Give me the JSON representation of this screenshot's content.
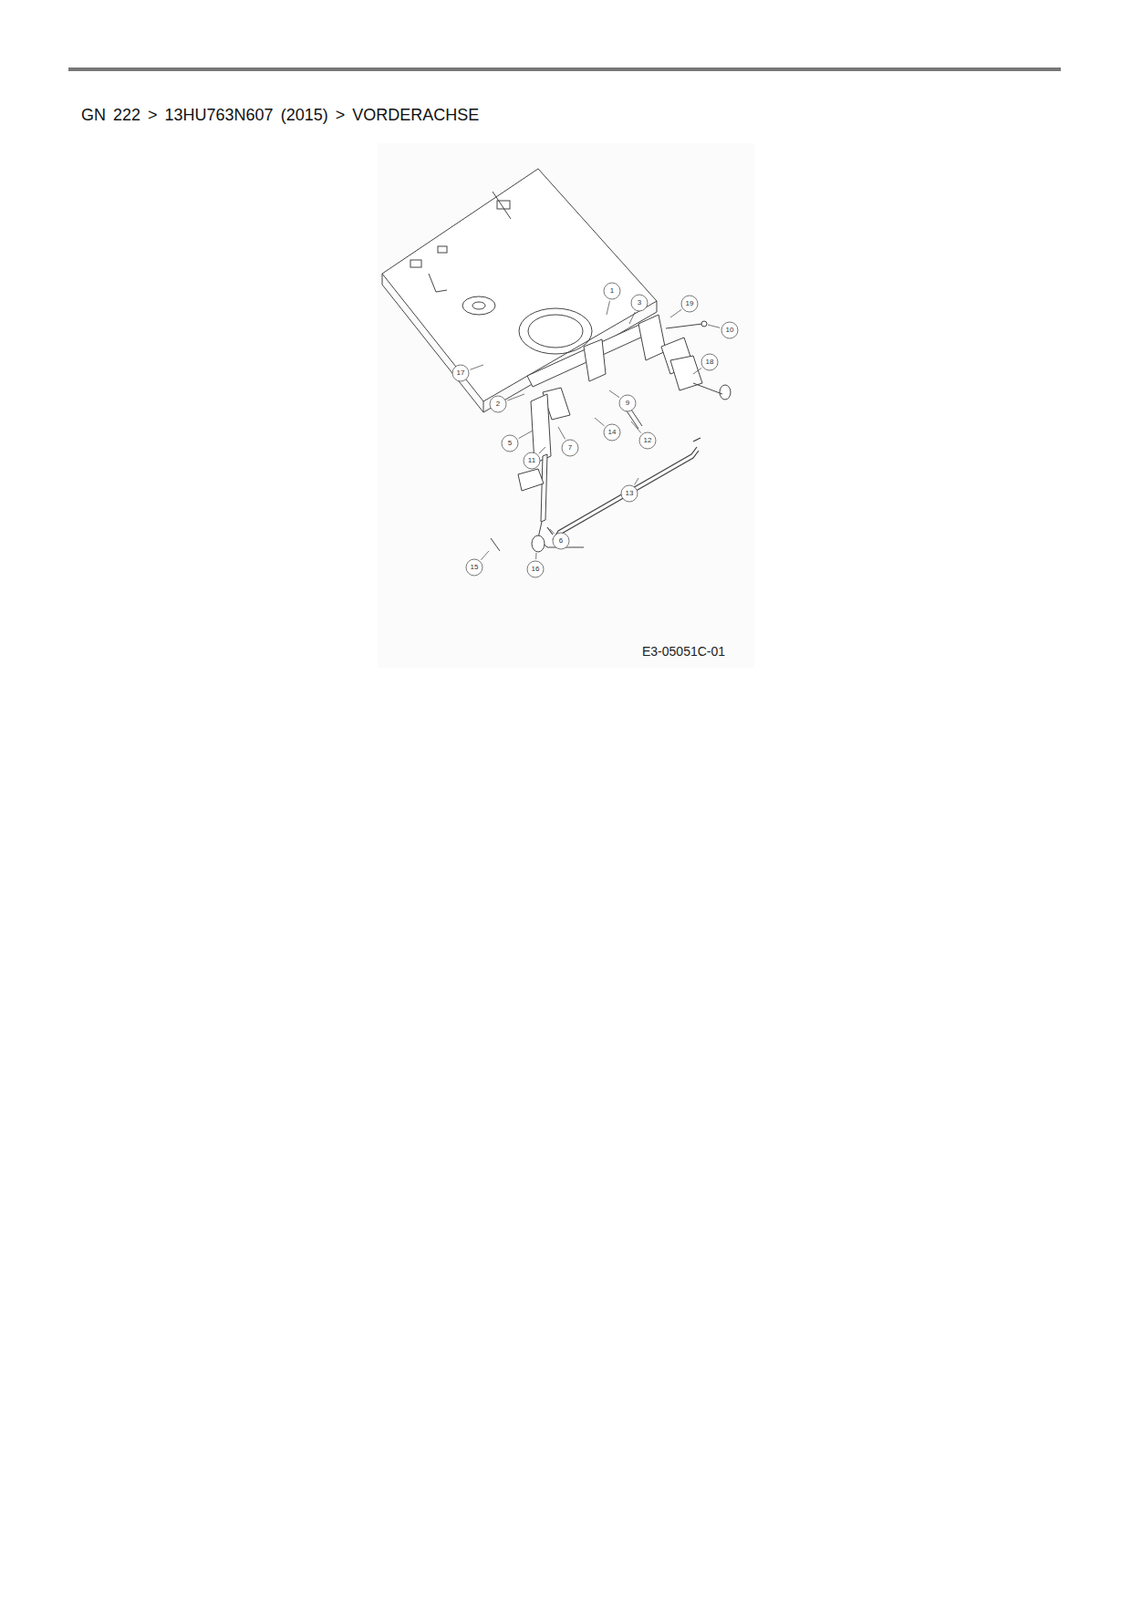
{
  "diagram": {
    "title": "GN 222 > 13HU763N607 (2015) > VORDERACHSE",
    "caption": "E3-05051C-01",
    "labels": [
      "1",
      "3",
      "19",
      "10",
      "18",
      "17",
      "2",
      "9",
      "14",
      "12",
      "5",
      "7",
      "11",
      "13",
      "6",
      "15",
      "16"
    ]
  }
}
